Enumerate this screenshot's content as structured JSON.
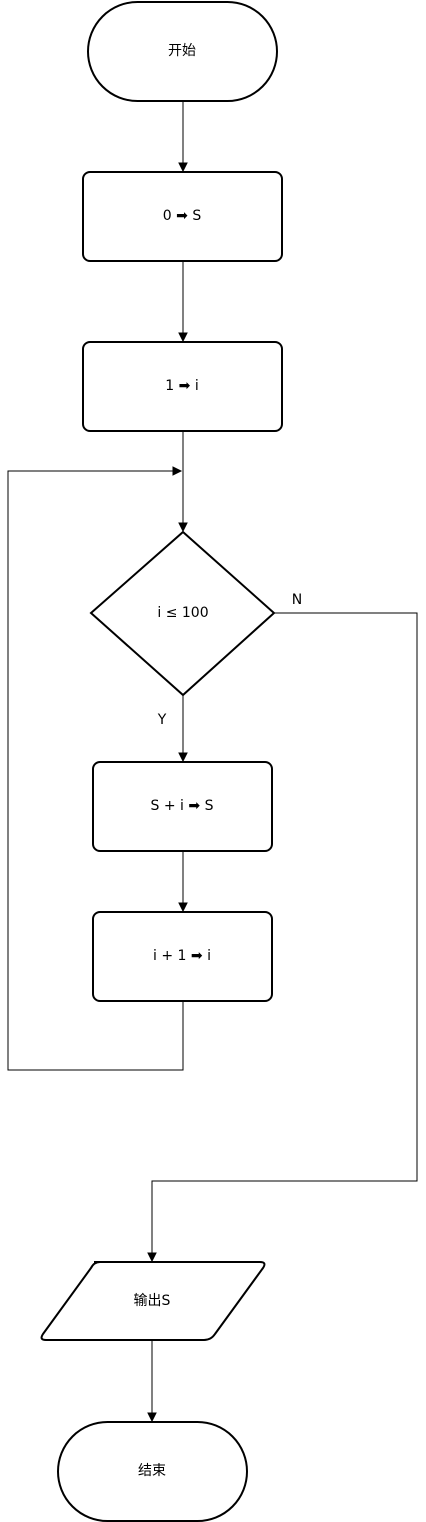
{
  "flowchart": {
    "start": "开始",
    "init_s": "0 ➡ S",
    "init_i": "1 ➡ i",
    "condition": "i ≤ 100",
    "accumulate": "S + i ➡ S",
    "increment": "i + 1 ➡ i",
    "output": "输出S",
    "end": "结束",
    "branch_yes": "Y",
    "branch_no": "N"
  }
}
